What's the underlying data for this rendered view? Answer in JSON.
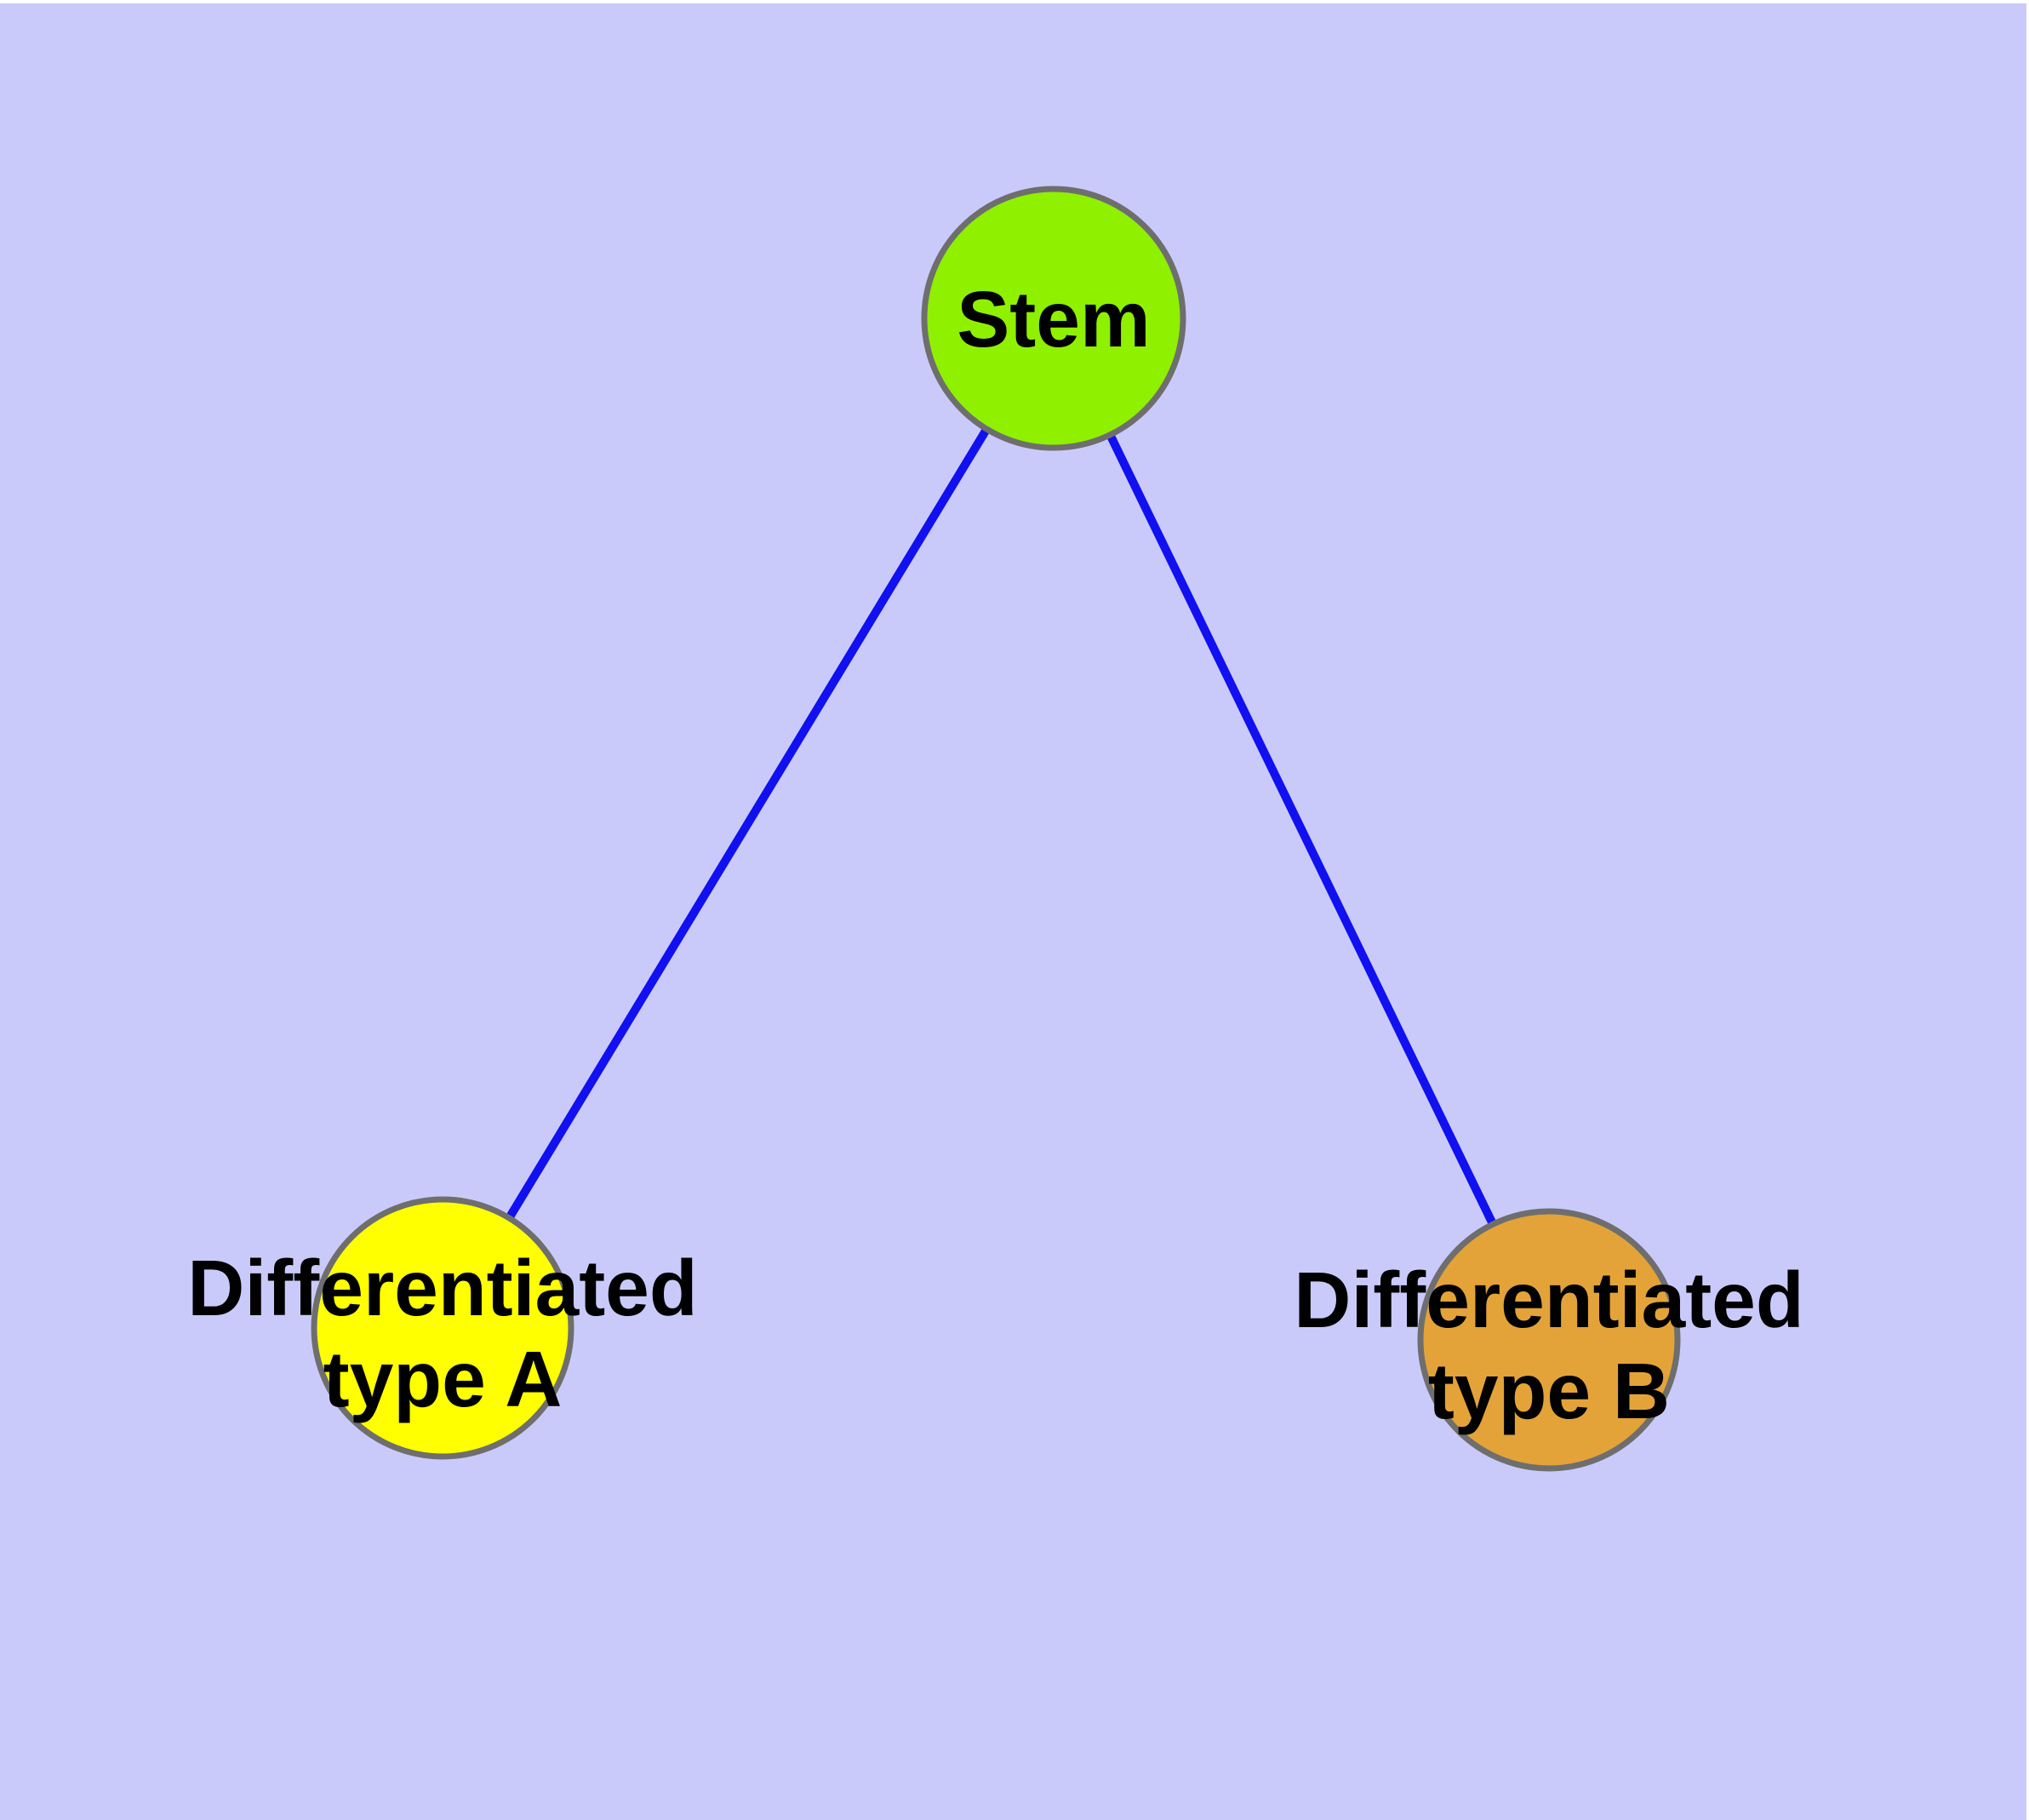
{
  "diagram": {
    "type": "graph",
    "description": "Cell differentiation tree: one stem node with two differentiated daughter types"
  },
  "colors": {
    "page_frame": "#FFFFFF",
    "background": "#CACAFA",
    "edge": "#1010F0",
    "node_border": "#6E6E6E",
    "label_text": "#000000",
    "stem_fill": "#8FF000",
    "type_a_fill": "#FFFF00",
    "type_b_fill": "#E3A339"
  },
  "nodes": {
    "stem": {
      "label": "Stem",
      "fill": "#8FF000"
    },
    "type_a": {
      "label_line1": "Differentiated",
      "label_line2": "type A",
      "fill": "#FFFF00"
    },
    "type_b": {
      "label_line1": "Differentiated",
      "label_line2": "type B",
      "fill": "#E3A339"
    }
  },
  "edges": [
    {
      "from": "Stem",
      "to": "Differentiated type A"
    },
    {
      "from": "Stem",
      "to": "Differentiated type B"
    }
  ]
}
